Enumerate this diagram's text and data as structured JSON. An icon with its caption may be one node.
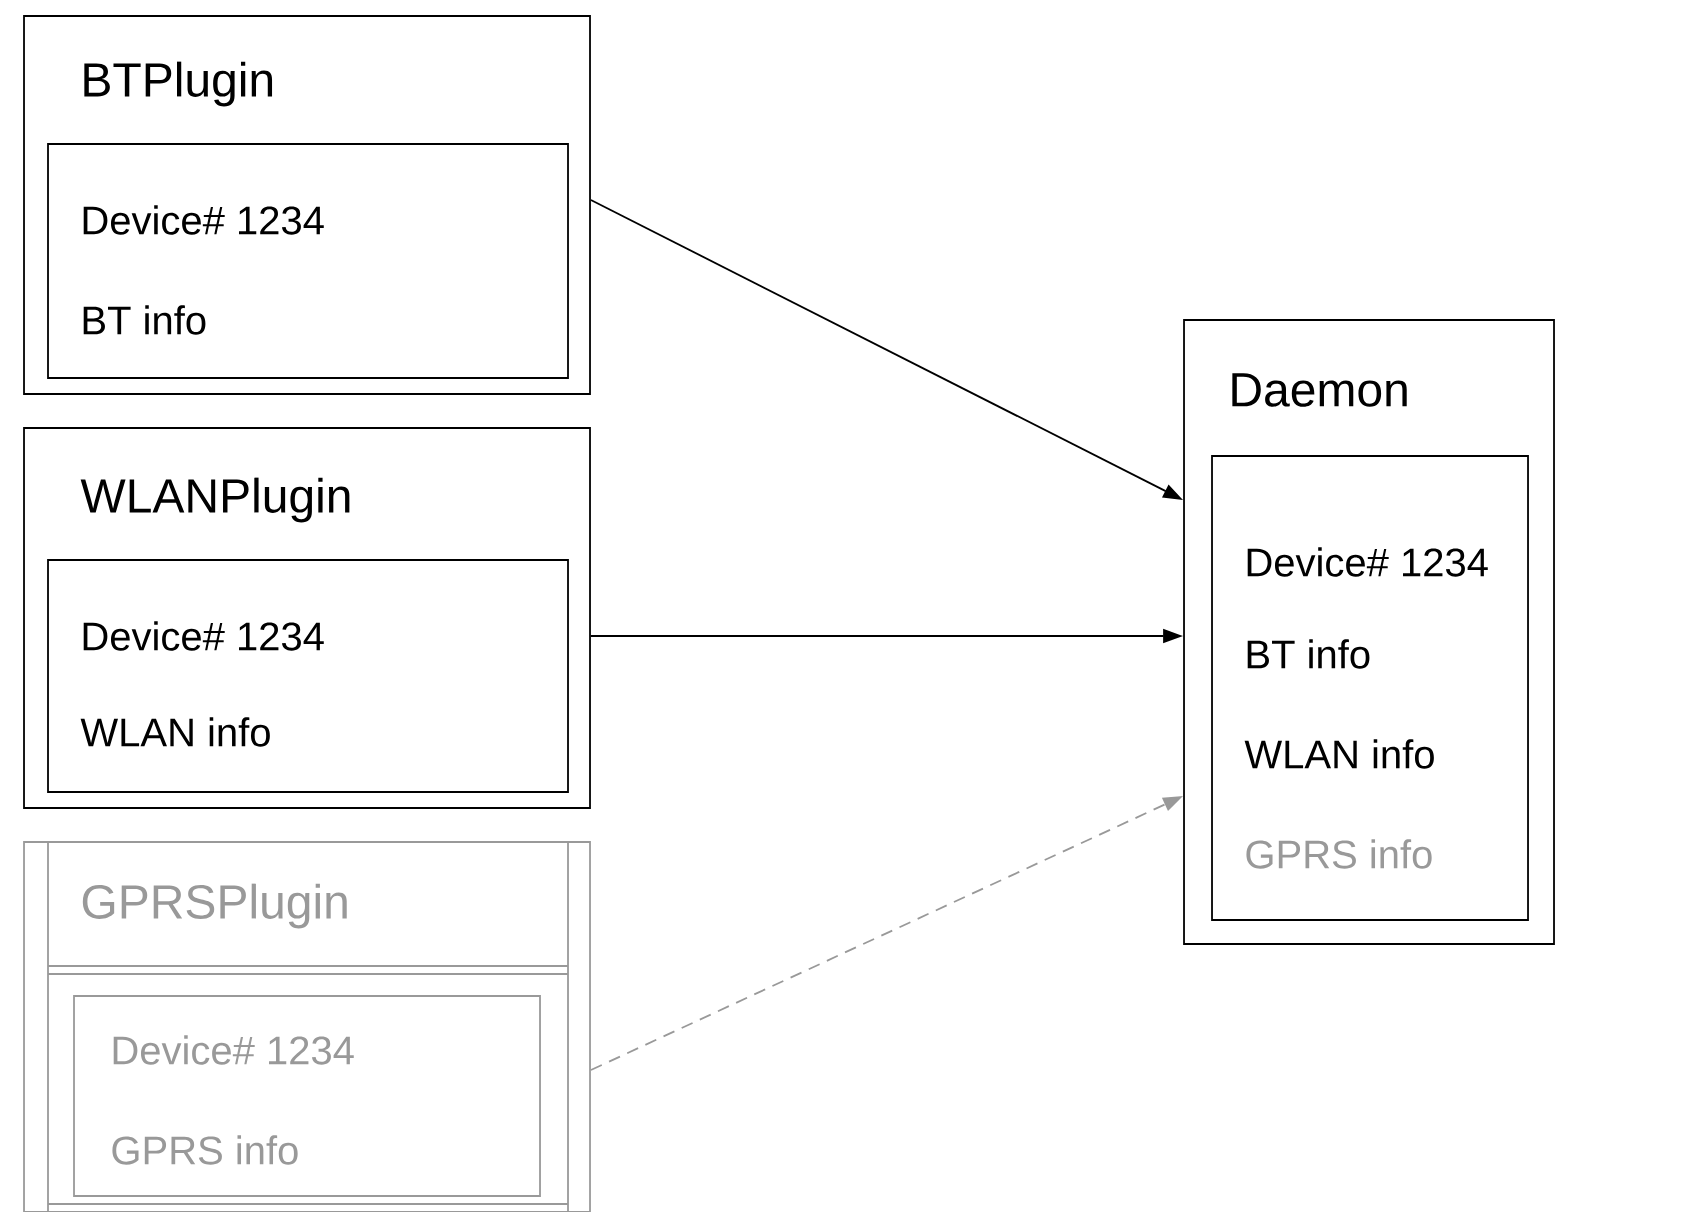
{
  "diagram": {
    "nodes": [
      {
        "text": [
          "BTPlugin"
        ]
      },
      {
        "text": [
          "Device# 1234",
          "BT info"
        ],
        "in": 0
      },
      {
        "text": [
          "WLANPlugin"
        ]
      },
      {
        "text": [
          "Device# 1234",
          "WLAN info"
        ],
        "in": 2
      },
      {
        "text": [
          "GPRSPlugin"
        ]
      },
      {
        "text": [
          "Device# 1234",
          "GPRS info"
        ],
        "in": 4
      },
      {
        "text": [
          "Daemon"
        ]
      },
      {
        "text": [
          "Device# 1234",
          "BT info",
          "WLAN info",
          "GPRS info"
        ],
        "in": 6
      }
    ],
    "edges": [
      {
        "from": 0,
        "to": 6,
        "arrow": "to"
      },
      {
        "from": 2,
        "to": 6,
        "arrow": "to"
      },
      {
        "from": 4,
        "to": 6,
        "arrow": "to",
        "style": "dashed",
        "color": "#999999"
      }
    ]
  }
}
